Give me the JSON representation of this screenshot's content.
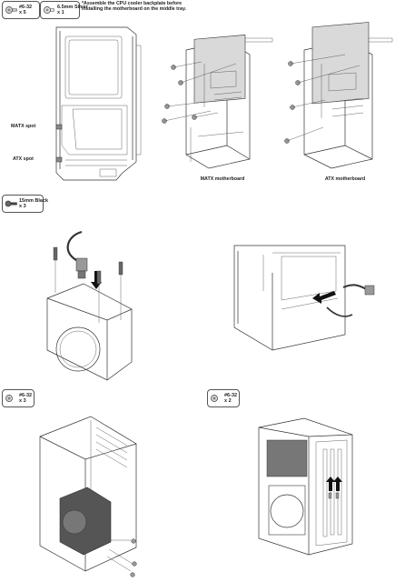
{
  "screws": {
    "top_left": {
      "name": "#6-32",
      "qty": "x 5"
    },
    "top_right": {
      "name": "6.5mm Silver",
      "qty": "x 1"
    },
    "section2": {
      "name": "15mm Black",
      "qty": "x 3"
    },
    "section3_left": {
      "name": "#6-32",
      "qty": "x 3"
    },
    "section3_right": {
      "name": "#6-32",
      "qty": "x 2"
    }
  },
  "note": {
    "line1": "*Assemble the CPU cooler backplate before",
    "line2": "installing the motherboard on the middle tray."
  },
  "labels": {
    "matx_spot": "MATX spot",
    "atx_spot": "ATX spot",
    "matx_caption": "MATX motherboard",
    "atx_caption": "ATX motherboard"
  },
  "icons": {
    "screw": "screw-icon",
    "arrow": "arrow-icon",
    "standoff": "standoff-icon"
  },
  "colors": {
    "line": "#333333",
    "arrow_fill": "#111111",
    "psu_fill": "#555555",
    "board_fill": "#d9d9d9"
  }
}
